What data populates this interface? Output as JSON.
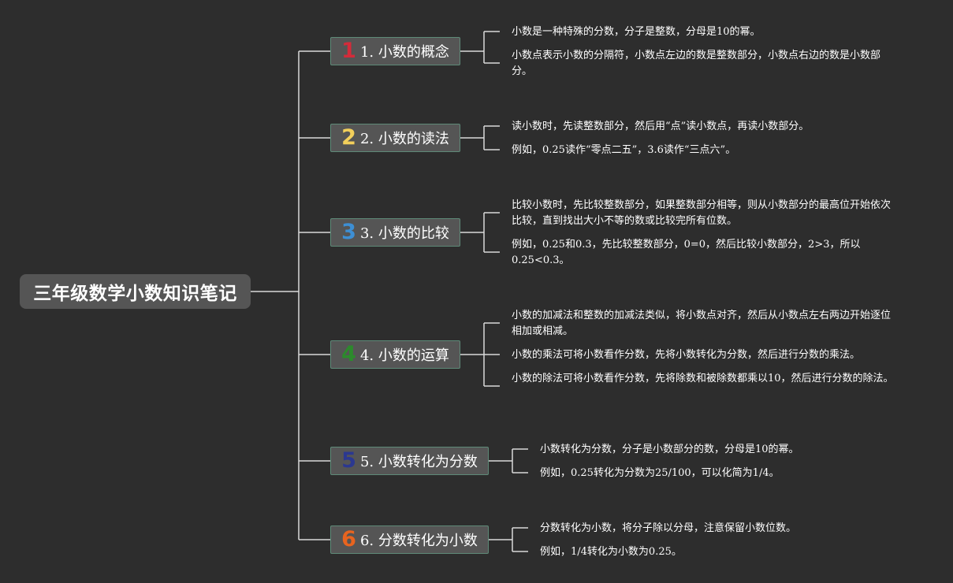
{
  "mindmap": {
    "root": "三年级数学小数知识笔记",
    "topics": [
      {
        "badge": "1",
        "badge_color": "#d42b3a",
        "title": "1. 小数的概念",
        "notes": [
          "小数是一种特殊的分数，分子是整数，分母是10的幂。",
          "小数点表示小数的分隔符，小数点左边的数是整数部分，小数点右边的数是小数部分。"
        ]
      },
      {
        "badge": "2",
        "badge_color": "#f2cf5b",
        "title": "2. 小数的读法",
        "notes": [
          "读小数时，先读整数部分，然后用“点”读小数点，再读小数部分。",
          "例如，0.25读作“零点二五”，3.6读作“三点六”。"
        ]
      },
      {
        "badge": "3",
        "badge_color": "#3d8fd4",
        "title": "3. 小数的比较",
        "notes": [
          "比较小数时，先比较整数部分，如果整数部分相等，则从小数部分的最高位开始依次比较，直到找出大小不等的数或比较完所有位数。",
          "例如，0.25和0.3，先比较整数部分，0=0，然后比较小数部分，2>3，所以0.25<0.3。"
        ]
      },
      {
        "badge": "4",
        "badge_color": "#2c8a2c",
        "title": "4. 小数的运算",
        "notes": [
          "小数的加减法和整数的加减法类似，将小数点对齐，然后从小数点左右两边开始逐位相加或相减。",
          "小数的乘法可将小数看作分数，先将小数转化为分数，然后进行分数的乘法。",
          "小数的除法可将小数看作分数，先将除数和被除数都乘以10，然后进行分数的除法。"
        ]
      },
      {
        "badge": "5",
        "badge_color": "#2b3890",
        "title": "5. 小数转化为分数",
        "notes": [
          "小数转化为分数，分子是小数部分的数，分母是10的幂。",
          "例如，0.25转化为分数为25/100，可以化简为1/4。"
        ]
      },
      {
        "badge": "6",
        "badge_color": "#e8641f",
        "title": "6. 分数转化为小数",
        "notes": [
          "分数转化为小数，将分子除以分母，注意保留小数位数。",
          "例如，1/4转化为小数为0.25。"
        ]
      }
    ]
  }
}
